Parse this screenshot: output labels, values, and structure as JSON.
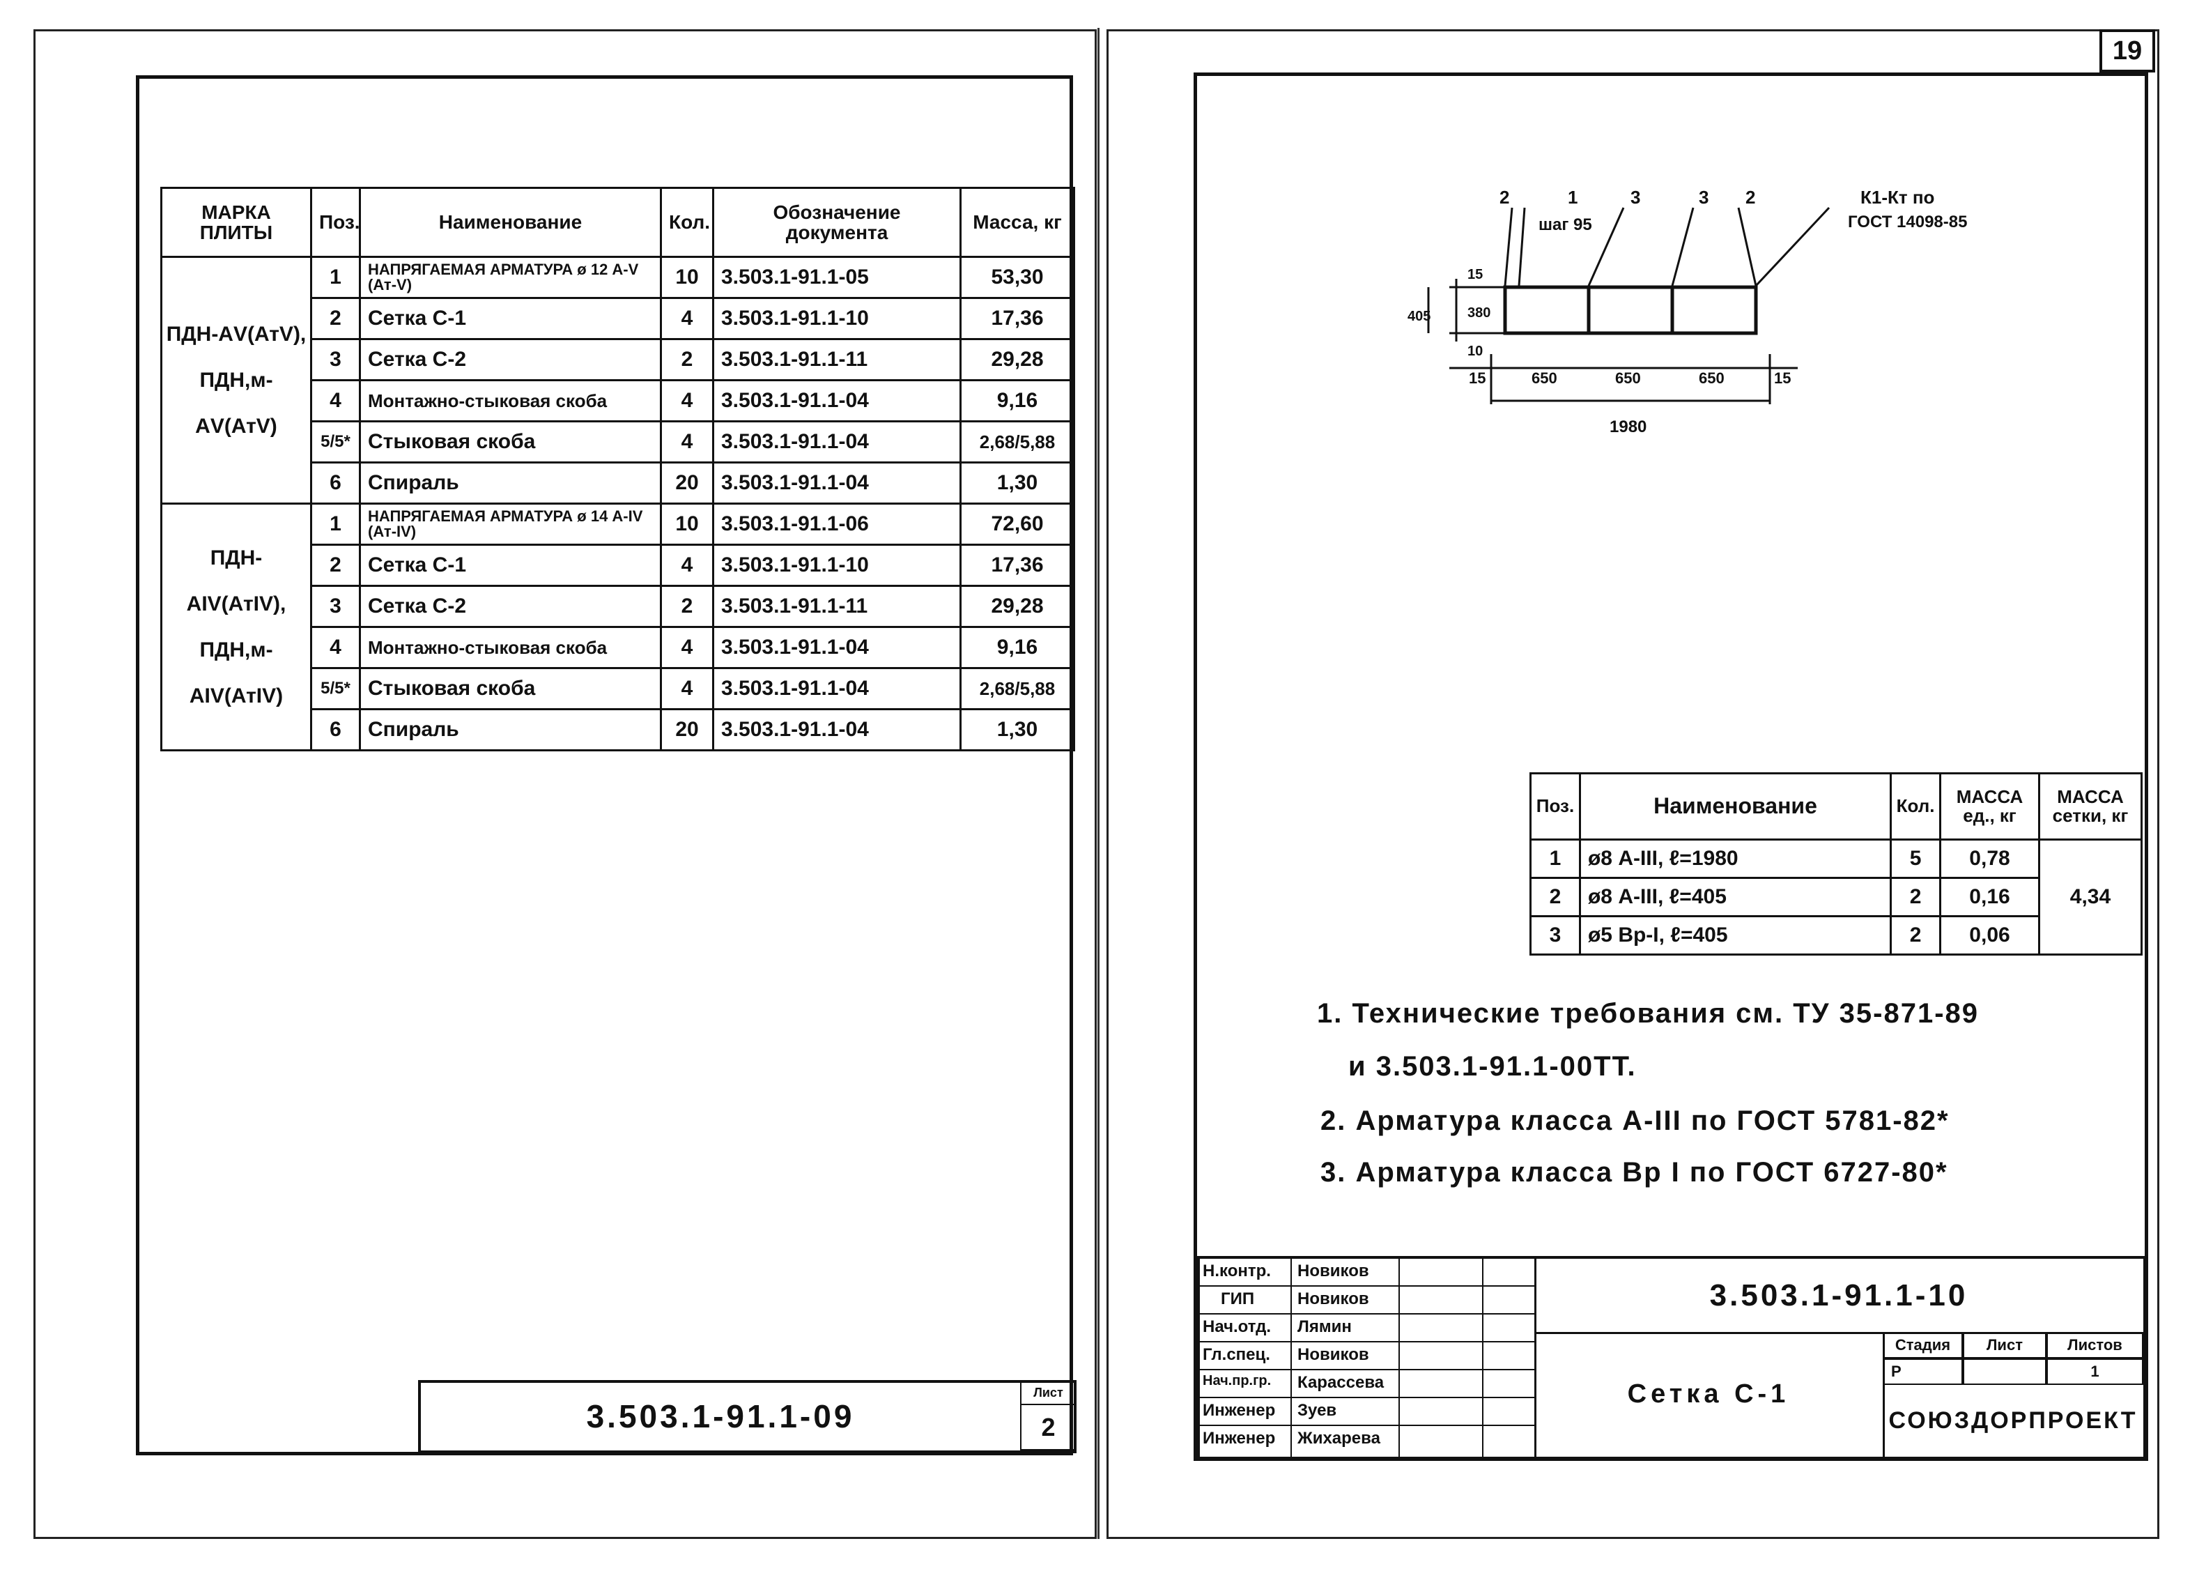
{
  "left_sheet": {
    "spec_table": {
      "headers": {
        "mark": "МАРКА ПЛИТЫ",
        "pos": "Поз.",
        "name": "Наименование",
        "qty": "Кол.",
        "doc": "Обозначение документа",
        "mass": "Масса, кг"
      },
      "groups": [
        {
          "mark": "ПДН-АV(АтV), ПДН,м-АV(АтV)",
          "rows": [
            {
              "pos": "1",
              "name": "НАПРЯГАЕМАЯ АРМАТУРА ø 12 А-V (Ат-V)",
              "qty": "10",
              "doc": "3.503.1-91.1-05",
              "mass": "53,30"
            },
            {
              "pos": "2",
              "name": "Сетка С-1",
              "qty": "4",
              "doc": "3.503.1-91.1-10",
              "mass": "17,36"
            },
            {
              "pos": "3",
              "name": "Сетка С-2",
              "qty": "2",
              "doc": "3.503.1-91.1-11",
              "mass": "29,28"
            },
            {
              "pos": "4",
              "name": "Монтажно-стыковая скоба",
              "qty": "4",
              "doc": "3.503.1-91.1-04",
              "mass": "9,16"
            },
            {
              "pos": "5/5*",
              "name": "Стыковая скоба",
              "qty": "4",
              "doc": "3.503.1-91.1-04",
              "mass": "2,68/5,88"
            },
            {
              "pos": "6",
              "name": "Спираль",
              "qty": "20",
              "doc": "3.503.1-91.1-04",
              "mass": "1,30"
            }
          ]
        },
        {
          "mark": "ПДН-АIV(АтIV), ПДН,м-АIV(АтIV)",
          "rows": [
            {
              "pos": "1",
              "name": "НАПРЯГАЕМАЯ АРМАТУРА ø 14 А-IV (Ат-IV)",
              "qty": "10",
              "doc": "3.503.1-91.1-06",
              "mass": "72,60"
            },
            {
              "pos": "2",
              "name": "Сетка С-1",
              "qty": "4",
              "doc": "3.503.1-91.1-10",
              "mass": "17,36"
            },
            {
              "pos": "3",
              "name": "Сетка С-2",
              "qty": "2",
              "doc": "3.503.1-91.1-11",
              "mass": "29,28"
            },
            {
              "pos": "4",
              "name": "Монтажно-стыковая скоба",
              "qty": "4",
              "doc": "3.503.1-91.1-04",
              "mass": "9,16"
            },
            {
              "pos": "5/5*",
              "name": "Стыковая скоба",
              "qty": "4",
              "doc": "3.503.1-91.1-04",
              "mass": "2,68/5,88"
            },
            {
              "pos": "6",
              "name": "Спираль",
              "qty": "20",
              "doc": "3.503.1-91.1-04",
              "mass": "1,30"
            }
          ]
        }
      ]
    },
    "title_block": {
      "code": "3.503.1-91.1-09",
      "sheet_label": "Лист",
      "sheet_no": "2"
    }
  },
  "right_sheet": {
    "page_number": "19",
    "drawing": {
      "callouts": [
        "2",
        "1",
        "3",
        "3",
        "2"
      ],
      "step_label": "шаг 95",
      "ref_label": "К1-Кт по",
      "ref_std": "ГОСТ 14098-85",
      "dim_top": "15",
      "dim_height": "380",
      "dim_bottom": "10",
      "dim_total_height": "405",
      "dim_edge_left": "15",
      "dim_spans": [
        "650",
        "650",
        "650"
      ],
      "dim_edge_right": "15",
      "dim_total_length": "1980"
    },
    "mesh_table": {
      "headers": {
        "pos": "Поз.",
        "name": "Наименование",
        "qty": "Кол.",
        "unit_mass": "МАССА ед., кг",
        "mesh_mass": "МАССА сетки, кг"
      },
      "rows": [
        {
          "pos": "1",
          "name": "ø8 А-III, ℓ=1980",
          "qty": "5",
          "unit_mass": "0,78"
        },
        {
          "pos": "2",
          "name": "ø8 А-III, ℓ=405",
          "qty": "2",
          "unit_mass": "0,16"
        },
        {
          "pos": "3",
          "name": "ø5 Вр-I, ℓ=405",
          "qty": "2",
          "unit_mass": "0,06"
        }
      ],
      "mesh_mass": "4,34"
    },
    "notes": [
      "1. Технические требования см. ТУ 35-871-89",
      "и 3.503.1-91.1-00ТТ.",
      "2. Арматура класса А-III по ГОСТ 5781-82*",
      "3. Арматура класса Вр I по ГОСТ 6727-80*"
    ],
    "title_block": {
      "code": "3.503.1-91.1-10",
      "name": "Сетка С-1",
      "org": "СОЮЗДОРПРОЕКТ",
      "stage_label": "Стадия",
      "sheet_label": "Лист",
      "sheets_label": "Листов",
      "stage": "Р",
      "sheet": "",
      "sheets": "1",
      "signatures": [
        {
          "role": "Н.контр.",
          "name": "Новиков"
        },
        {
          "role": "ГИП",
          "name": "Новиков"
        },
        {
          "role": "Нач.отд.",
          "name": "Лямин"
        },
        {
          "role": "Гл.спец.",
          "name": "Новиков"
        },
        {
          "role": "Нач.пр.гр.",
          "name": "Карассева"
        },
        {
          "role": "Инженер",
          "name": "Зуев"
        },
        {
          "role": "Инженер",
          "name": "Жихарева"
        }
      ]
    }
  }
}
